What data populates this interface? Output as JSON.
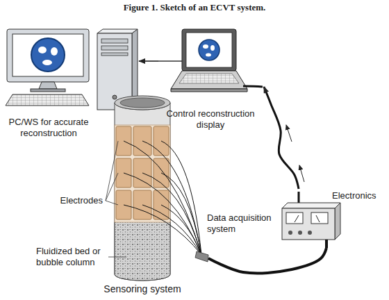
{
  "diagram": {
    "title": "Figure 1. Sketch of an ECVT system.",
    "nodes": [
      {
        "text": [
          "PC/WS for accurate reconstruction"
        ]
      },
      {
        "text": [
          "Control reconstruction display"
        ]
      },
      {
        "text": [
          "Electronics",
          "Data acquisition system"
        ]
      },
      {
        "text": [
          "Sensoring system"
        ]
      }
    ],
    "edges": [
      {
        "from": 1,
        "to": 0,
        "arrow": "to"
      },
      {
        "from": 2,
        "to": 1,
        "arrow": "to"
      },
      {
        "from": 3,
        "to": 2,
        "arrow": "none"
      }
    ],
    "labels": [
      "Electrodes",
      "Fluidized bed or bubble column"
    ]
  }
}
